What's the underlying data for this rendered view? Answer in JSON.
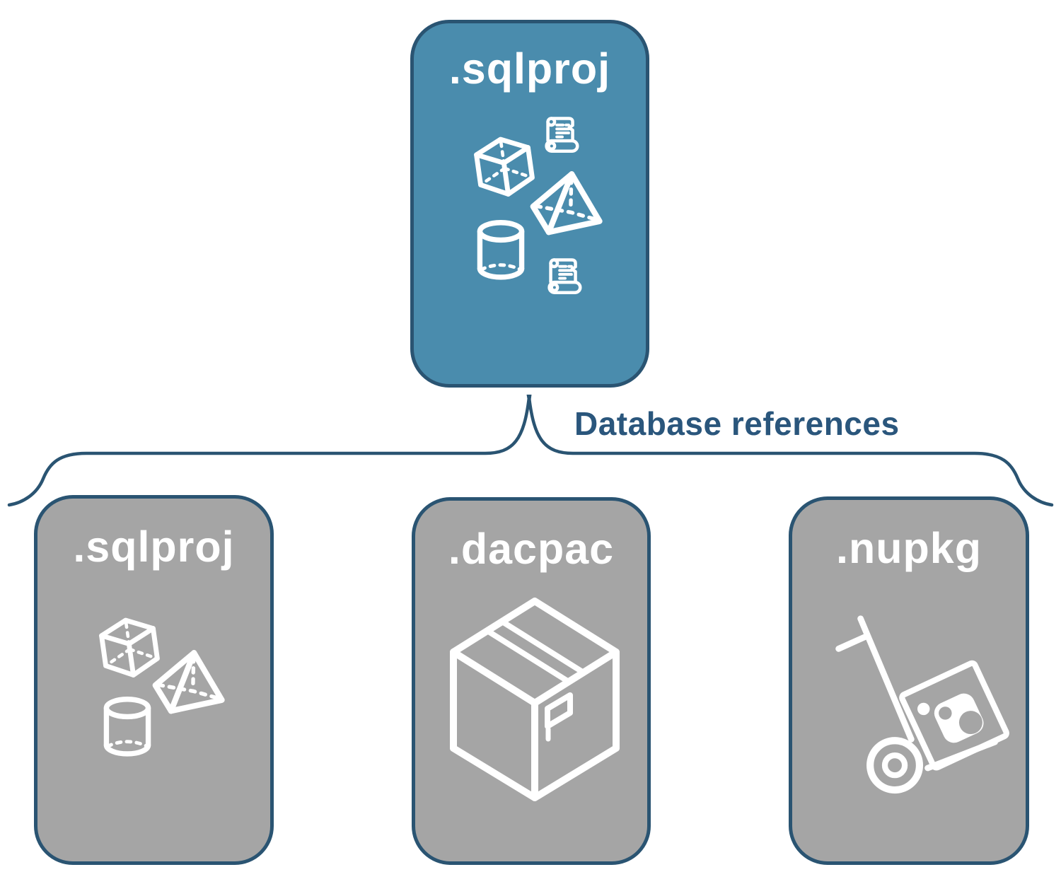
{
  "diagram": {
    "parent_node": {
      "label": ".sqlproj"
    },
    "connector": {
      "label": "Database references"
    },
    "child_nodes": [
      {
        "label": ".sqlproj"
      },
      {
        "label": ".dacpac"
      },
      {
        "label": ".nupkg"
      }
    ],
    "icons": {
      "parent": [
        "script-scroll-icon",
        "cube-icon",
        "pyramid-icon",
        "cylinder-icon",
        "script-scroll-icon"
      ],
      "children": [
        [
          "cube-icon",
          "pyramid-icon",
          "cylinder-icon"
        ],
        [
          "package-box-icon"
        ],
        [
          "nuget-hand-truck-icon"
        ]
      ]
    },
    "colors": {
      "parent_fill": "#4a8cad",
      "child_fill": "#a5a5a5",
      "border": "#2a5472",
      "connector": "#2a5472",
      "connector_label": "#2a567c",
      "node_label": "#ffffff",
      "icon": "#ffffff",
      "background": "#ffffff"
    }
  }
}
